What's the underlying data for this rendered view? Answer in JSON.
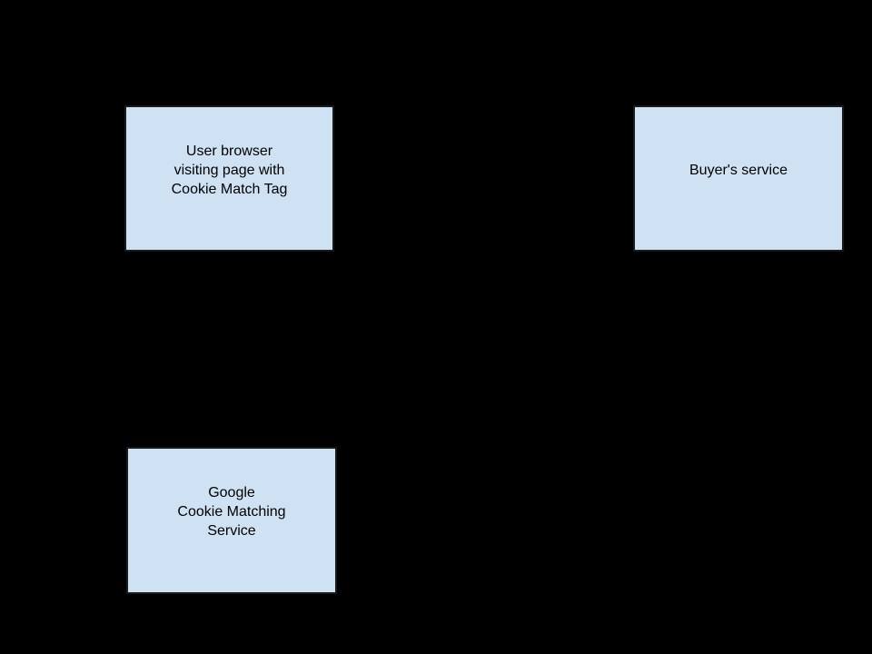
{
  "diagram": {
    "background_color": "#000000",
    "node_fill_color": "#cfe2f3",
    "node_border_color": "#1a1a1a",
    "node_text_color": "#000000",
    "nodes": [
      {
        "id": "user-browser",
        "lines": [
          "User browser",
          "visiting page with",
          "Cookie Match Tag"
        ]
      },
      {
        "id": "buyers-service",
        "lines": [
          "Buyer's service"
        ]
      },
      {
        "id": "google-cookie-matching-service",
        "lines": [
          "Google",
          "Cookie Matching",
          "Service"
        ]
      }
    ]
  }
}
